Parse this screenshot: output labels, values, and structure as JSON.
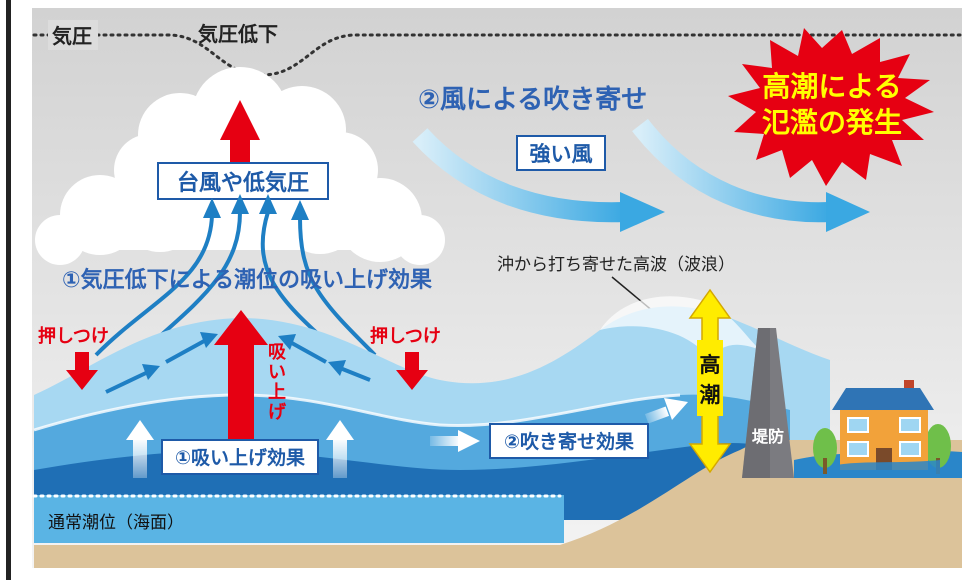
{
  "labels": {
    "pressure": "気圧",
    "pressure_drop": "気圧低下",
    "wind_drift_title": "②風による吹き寄せ",
    "strong_wind": "強い風",
    "flood_line1": "高潮による",
    "flood_line2": "氾濫の発生",
    "typhoon": "台風や低気圧",
    "suction_title": "①気圧低下による潮位の吸い上げ効果",
    "offshore_wave": "沖から打ち寄せた高波（波浪）",
    "push_down": "押しつけ",
    "suction_vertical_1": "吸",
    "suction_vertical_2": "い",
    "suction_vertical_3": "上",
    "suction_vertical_4": "げ",
    "storm_surge_1": "高",
    "storm_surge_2": "潮",
    "seawall": "堤防",
    "suction_effect": "①吸い上げ効果",
    "wind_effect": "②吹き寄せ効果",
    "normal_tide": "通常潮位（海面）"
  },
  "colors": {
    "sky": "#dcdcdc",
    "arrow_red": "#e60012",
    "arrow_blue": "#1e7fc4",
    "wind_blue": "#45b0e6",
    "flood_star": "#e60012",
    "flood_text": "#ffff00",
    "sea_light": "#a7d8f2",
    "sea_mid": "#54a9de",
    "sea_deep": "#1f6fb5",
    "sand": "#dcc39a",
    "seawall": "#7b7b80",
    "surge_arrow": "#ffec00"
  }
}
